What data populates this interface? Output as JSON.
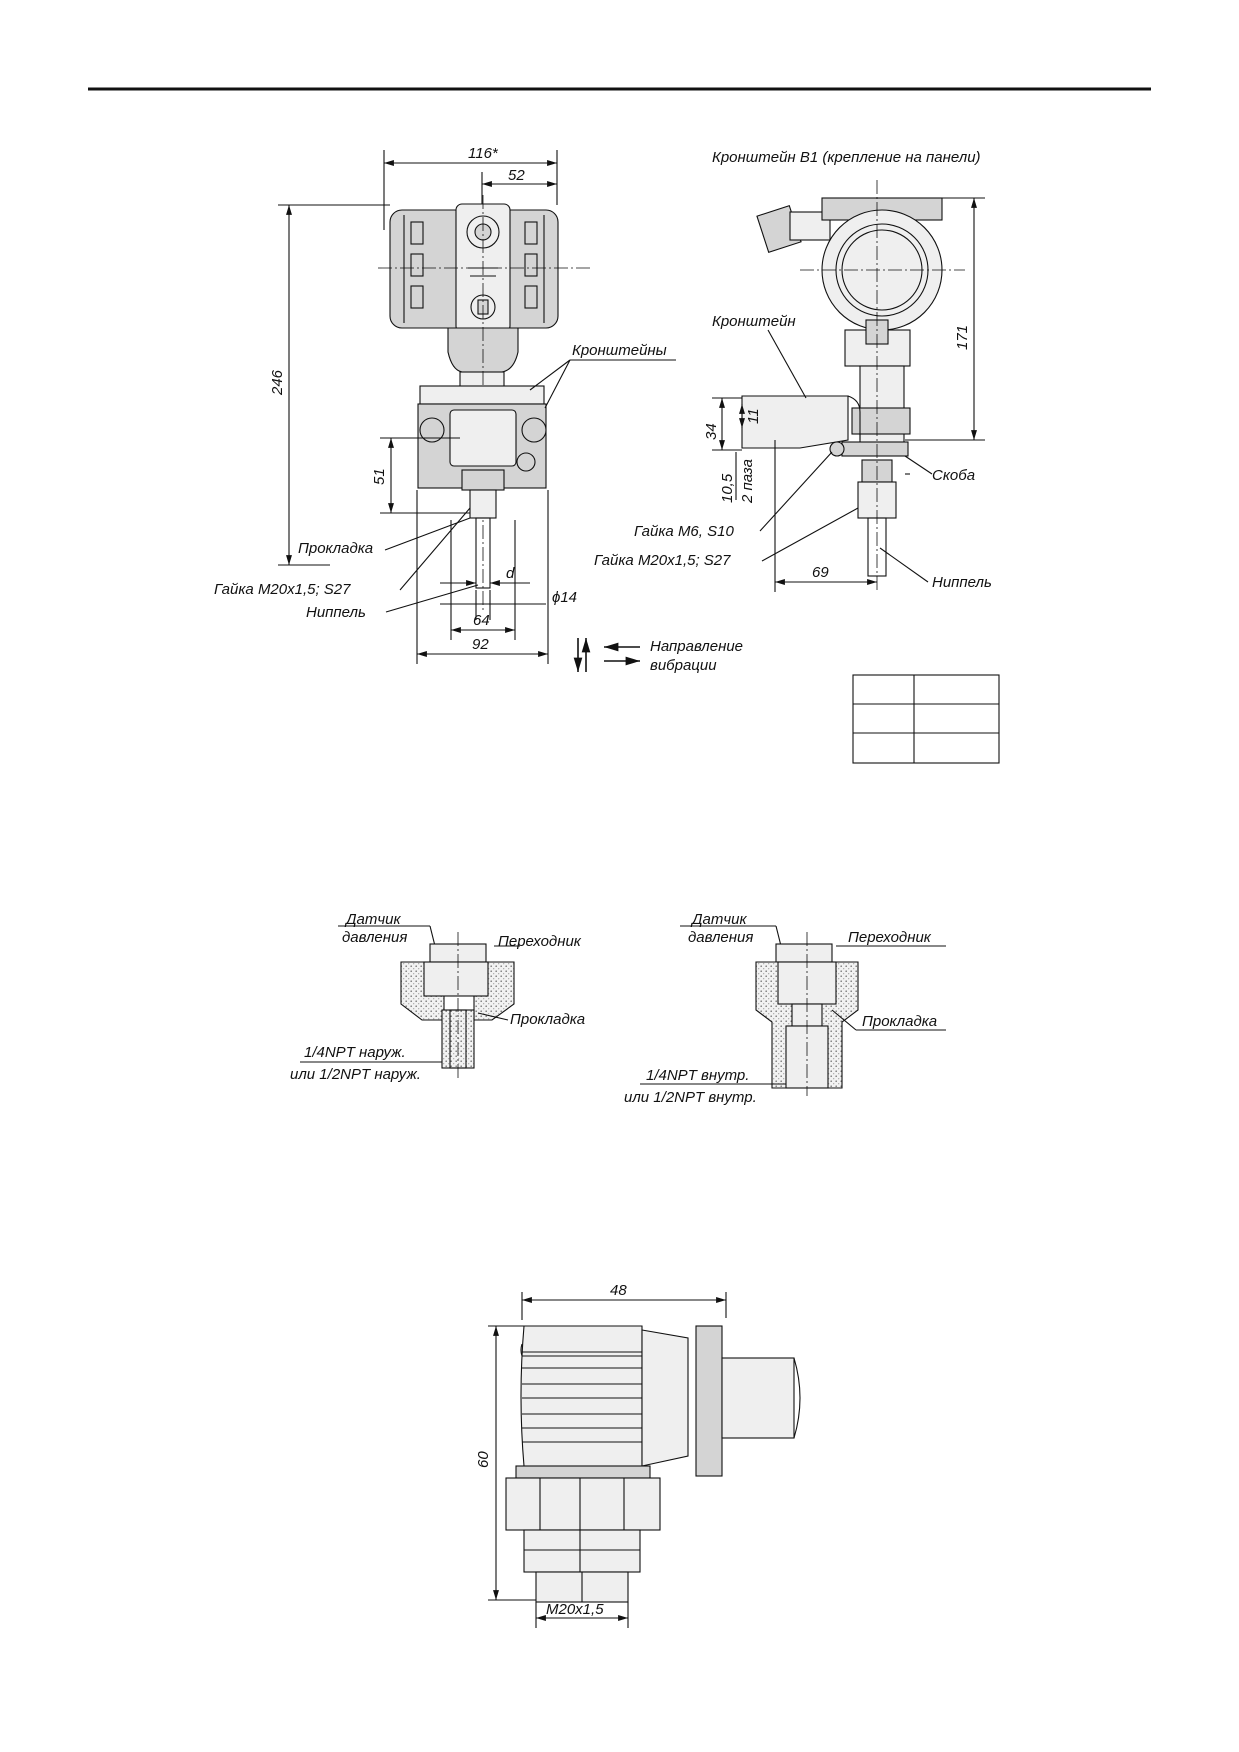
{
  "figure1": {
    "dim_116": "116*",
    "dim_52": "52",
    "dim_246": "246",
    "dim_51": "51",
    "dim_64": "64",
    "dim_92": "92",
    "dim_d": "d",
    "dim_phi14": "ϕ14",
    "label_brackets": "Кронштейны",
    "label_gasket": "Прокладка",
    "label_nut": "Гайка М20х1,5; S27",
    "label_nipple": "Ниппель",
    "vibration_line1": "Направление",
    "vibration_line2": "вибрации"
  },
  "figure2": {
    "title": "Кронштейн В1 (крепление на панели)",
    "dim_171": "171",
    "dim_34": "34",
    "dim_11": "11",
    "dim_10_5": "10,5",
    "dim_2slots": "2 паза",
    "dim_69": "69",
    "label_bracket": "Кронштейн",
    "label_clamp": "Скоба",
    "label_nut_m6": "Гайка М6, S10",
    "label_nut_m20": "Гайка М20х1,5; S27",
    "label_nipple": "Ниппель"
  },
  "adapter_left": {
    "label_sensor_1": "Датчик",
    "label_sensor_2": "давления",
    "label_adapter": "Переходник",
    "label_gasket": "Прокладка",
    "label_thread_1": "1/4NPT наруж.",
    "label_thread_2": "или 1/2NPT наруж."
  },
  "adapter_right": {
    "label_sensor_1": "Датчик",
    "label_sensor_2": "давления",
    "label_adapter": "Переходник",
    "label_gasket": "Прокладка",
    "label_thread_1": "1/4NPT внутр.",
    "label_thread_2": "или 1/2NPT внутр."
  },
  "connector": {
    "dim_48": "48",
    "dim_60": "60",
    "thread": "М20х1,5"
  }
}
